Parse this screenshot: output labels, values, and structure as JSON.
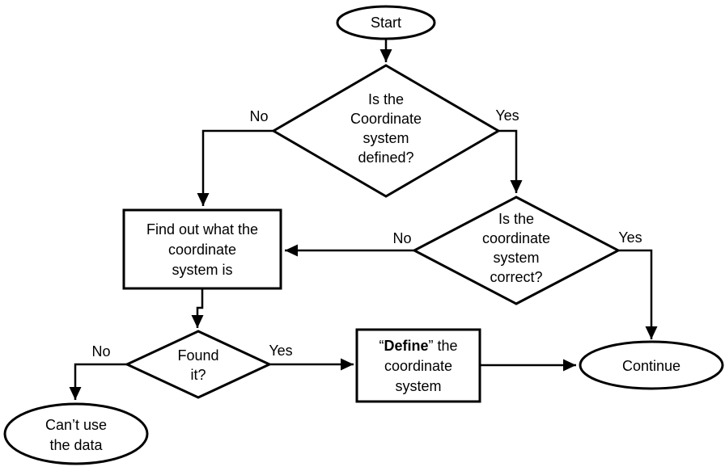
{
  "colors": {
    "stroke": "#000000",
    "background": "#ffffff"
  },
  "nodes": {
    "start": {
      "label": "Start"
    },
    "decision_defined": {
      "lines": [
        "Is the",
        "Coordinate",
        "system",
        "defined?"
      ]
    },
    "process_find_out": {
      "lines": [
        "Find out what the",
        "coordinate",
        "system is"
      ]
    },
    "decision_correct": {
      "lines": [
        "Is the",
        "coordinate",
        "system",
        "correct?"
      ]
    },
    "decision_found": {
      "lines": [
        "Found",
        "it?"
      ]
    },
    "process_define": {
      "quote_open": "“",
      "bold_word": "Define",
      "after_bold": "” the",
      "lines": [
        "coordinate",
        "system"
      ]
    },
    "terminator_continue": {
      "label": "Continue"
    },
    "terminator_cant_use": {
      "lines": [
        "Can’t use",
        "the data"
      ]
    }
  },
  "edge_labels": {
    "defined_no": "No",
    "defined_yes": "Yes",
    "correct_no": "No",
    "correct_yes": "Yes",
    "found_no": "No",
    "found_yes": "Yes"
  }
}
